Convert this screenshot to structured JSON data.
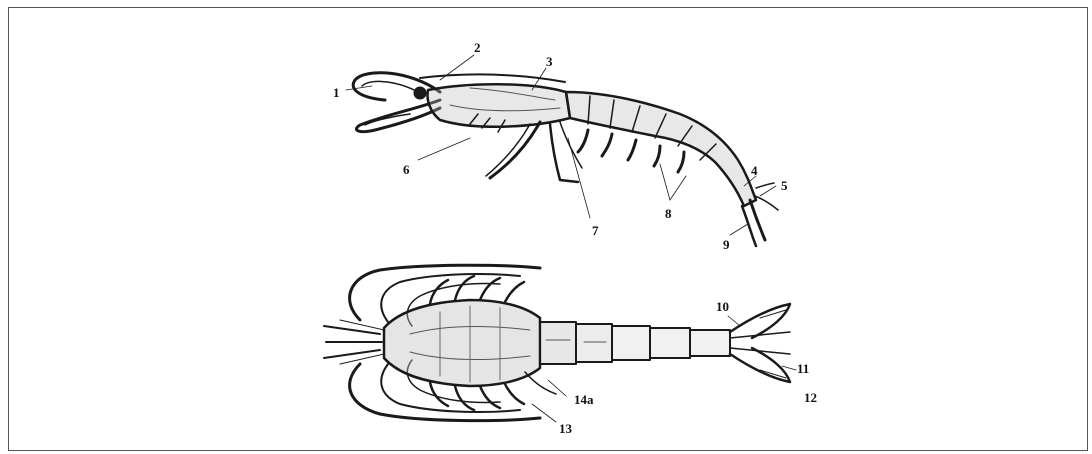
{
  "figure": {
    "colors": {
      "ink": "#1a1a1a",
      "shade": "#8a8a8a",
      "background": "#ffffff"
    },
    "icons": [
      "shrimp-lateral-view-illustration",
      "shrimp-dorsal-view-illustration"
    ],
    "labels": [
      "1",
      "2",
      "3",
      "4",
      "5",
      "6",
      "7",
      "8",
      "9",
      "10",
      "11",
      "12",
      "13",
      "14a"
    ]
  }
}
